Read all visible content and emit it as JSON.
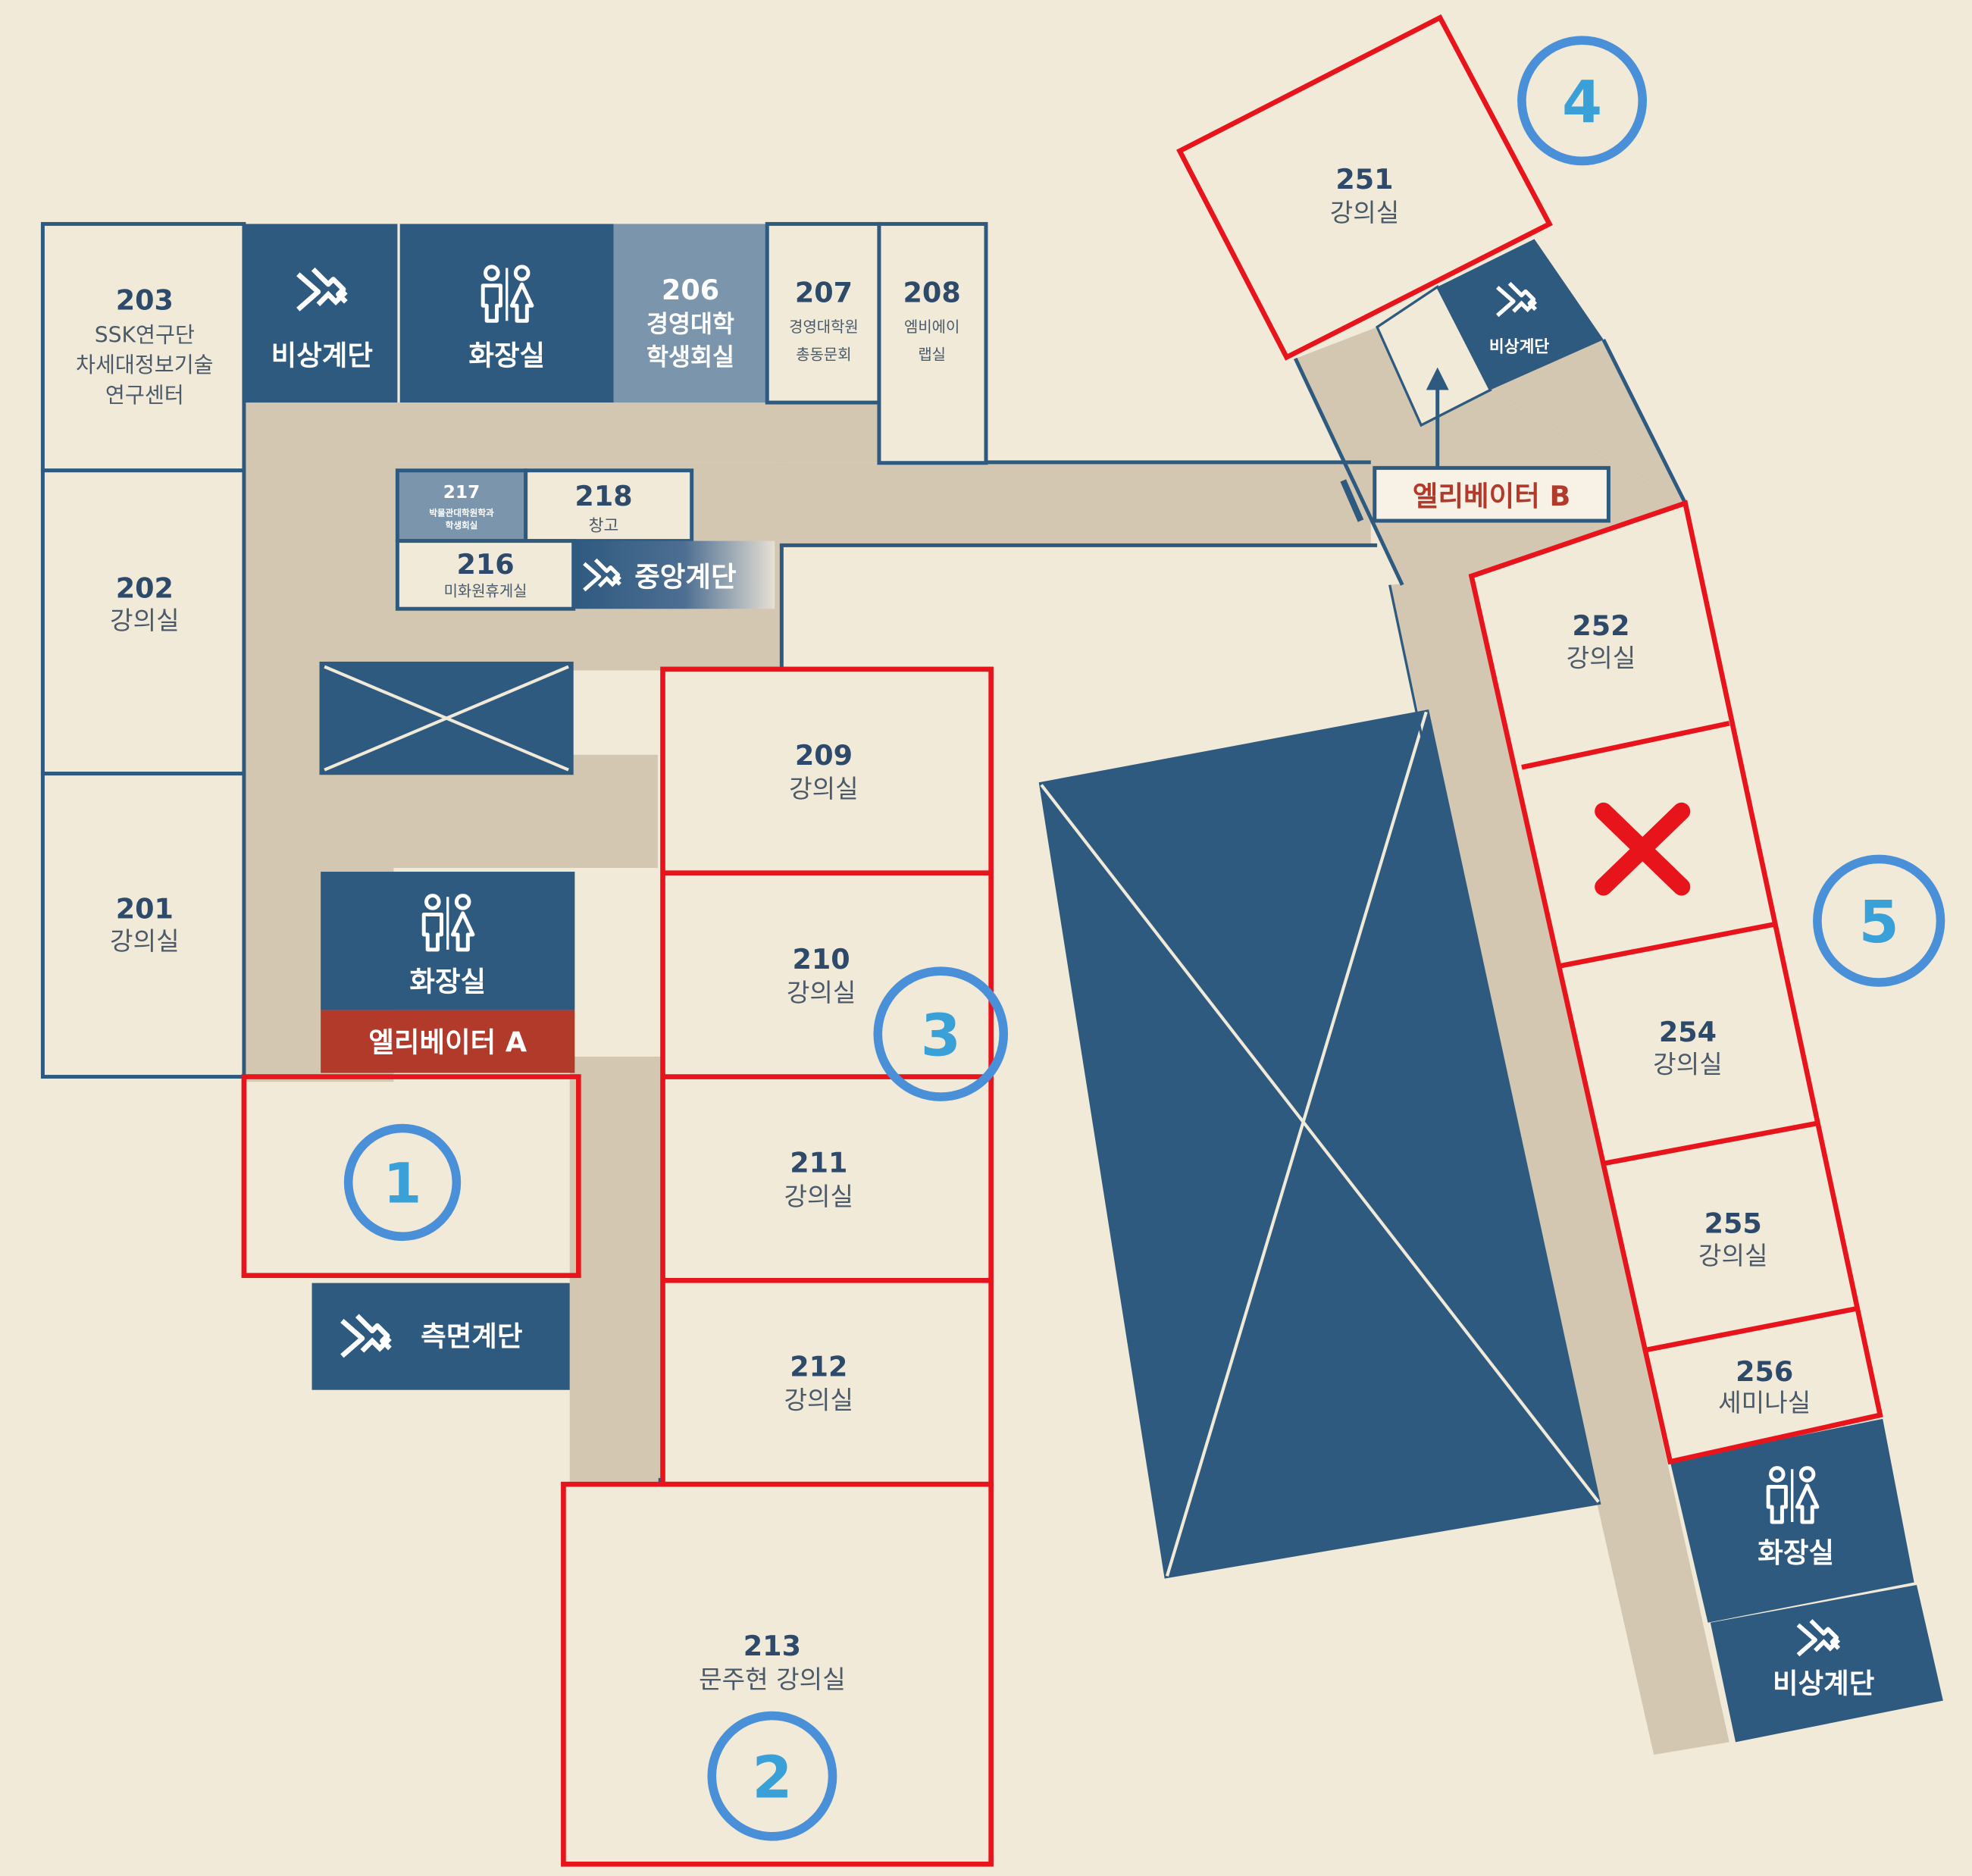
{
  "rooms": {
    "r203": {
      "number": "203",
      "name_lines": [
        "SSK연구단",
        "차세대정보기술",
        "연구센터"
      ]
    },
    "r202": {
      "number": "202",
      "name": "강의실"
    },
    "r201": {
      "number": "201",
      "name": "강의실"
    },
    "r206": {
      "number": "206",
      "name_lines": [
        "경영대학",
        "학생회실"
      ]
    },
    "r207": {
      "number": "207",
      "name_lines": [
        "경영대학원",
        "총동문회"
      ]
    },
    "r208": {
      "number": "208",
      "name_lines": [
        "엠비에이",
        "랩실"
      ]
    },
    "r217": {
      "number": "217",
      "name_lines": [
        "박물관대학원학과",
        "학생회실"
      ]
    },
    "r218": {
      "number": "218",
      "name": "창고"
    },
    "r216": {
      "number": "216",
      "name": "미화원휴게실"
    },
    "r209": {
      "number": "209",
      "name": "강의실"
    },
    "r210": {
      "number": "210",
      "name": "강의실"
    },
    "r211": {
      "number": "211",
      "name": "강의실"
    },
    "r212": {
      "number": "212",
      "name": "강의실"
    },
    "r213": {
      "number": "213",
      "name": "문주현 강의실"
    },
    "r251": {
      "number": "251",
      "name": "강의실"
    },
    "r252": {
      "number": "252",
      "name": "강의실"
    },
    "r254": {
      "number": "254",
      "name": "강의실"
    },
    "r255": {
      "number": "255",
      "name": "강의실"
    },
    "r256": {
      "number": "256",
      "name": "세미나실"
    }
  },
  "facilities": {
    "emergency_stairs": "비상계단",
    "restroom": "화장실",
    "central_stairs": "중앙계단",
    "side_stairs": "측면계단",
    "elevator_a": "엘리베이터 A",
    "elevator_b": "엘리베이터 B"
  },
  "markers": [
    "1",
    "2",
    "3",
    "4",
    "5"
  ],
  "colors": {
    "background": "#f2ead8",
    "corridor": "#d4c7b2",
    "navy": "#2f5a80",
    "gray_blue": "#7b95ad",
    "elevator_red": "#b23a2a",
    "highlight_red": "#e8141c",
    "badge_blue": "#3aa0d8",
    "badge_ring": "#4a90d9"
  },
  "icons": [
    "stairs-icon",
    "restroom-icon",
    "arrow-up-icon",
    "cross-mark-icon"
  ]
}
